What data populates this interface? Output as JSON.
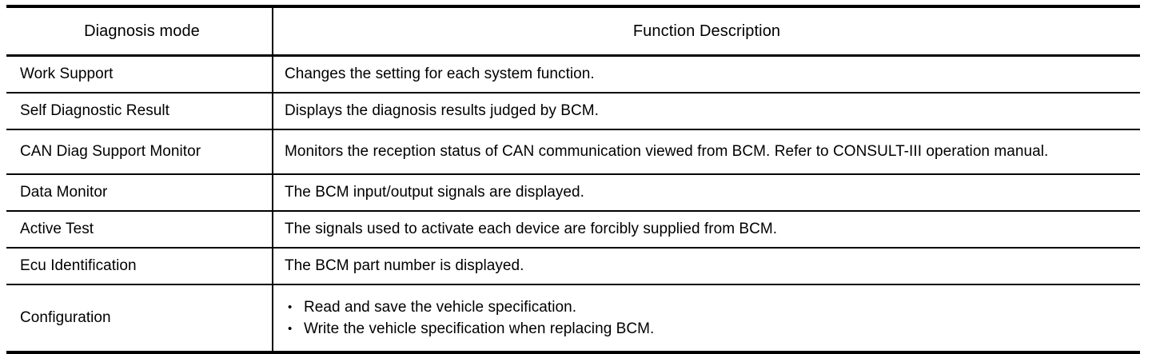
{
  "table": {
    "columns": [
      {
        "key": "mode",
        "header": "Diagnosis mode",
        "align": "center"
      },
      {
        "key": "description",
        "header": "Function Description",
        "align": "center"
      }
    ],
    "rows": [
      {
        "mode": "Work Support",
        "description": "Changes the setting for each system function.",
        "type": "text"
      },
      {
        "mode": "Self Diagnostic Result",
        "description": "Displays the diagnosis results judged by BCM.",
        "type": "text"
      },
      {
        "mode": "CAN Diag Support Monitor",
        "description": "Monitors the reception status of CAN communication viewed from BCM. Refer to CONSULT-III operation manual.",
        "type": "text"
      },
      {
        "mode": "Data Monitor",
        "description": "The BCM input/output signals are displayed.",
        "type": "text"
      },
      {
        "mode": "Active Test",
        "description": "The signals used to activate each device are forcibly supplied from BCM.",
        "type": "text"
      },
      {
        "mode": "Ecu Identification",
        "description": "The BCM part number is displayed.",
        "type": "text"
      },
      {
        "mode": "Configuration",
        "type": "bullets",
        "bullets": [
          "Read and save the vehicle specification.",
          "Write the vehicle specification when replacing BCM."
        ],
        "bullet_glyph": "•"
      }
    ]
  },
  "style": {
    "text_color": "#000000",
    "background_color": "#FFFFFF",
    "rule_color": "#000000"
  }
}
